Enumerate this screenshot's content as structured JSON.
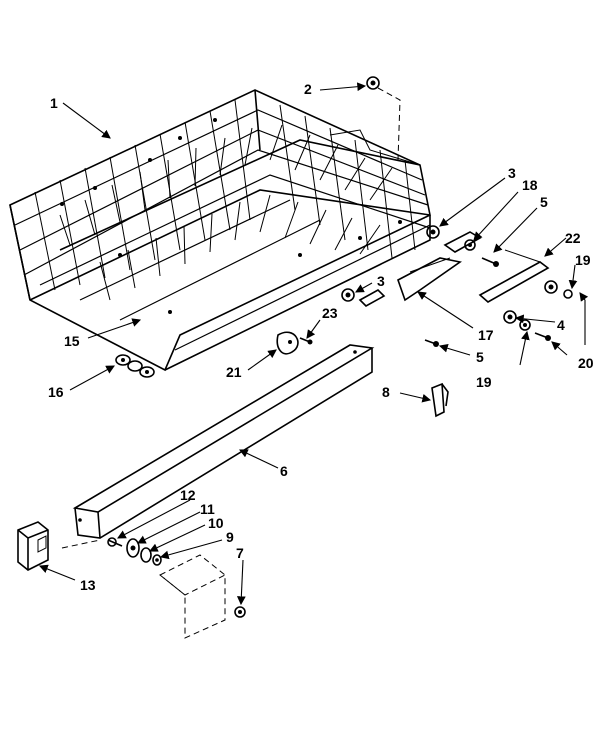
{
  "callouts": {
    "c1": "1",
    "c2": "2",
    "c3a": "3",
    "c3b": "3",
    "c4": "4",
    "c5a": "5",
    "c5b": "5",
    "c6": "6",
    "c7": "7",
    "c8": "8",
    "c9": "9",
    "c10": "10",
    "c11": "11",
    "c12": "12",
    "c13": "13",
    "c15": "15",
    "c16": "16",
    "c17": "17",
    "c18": "18",
    "c19a": "19",
    "c19b": "19",
    "c20": "20",
    "c21": "21",
    "c22": "22",
    "c23": "23"
  }
}
